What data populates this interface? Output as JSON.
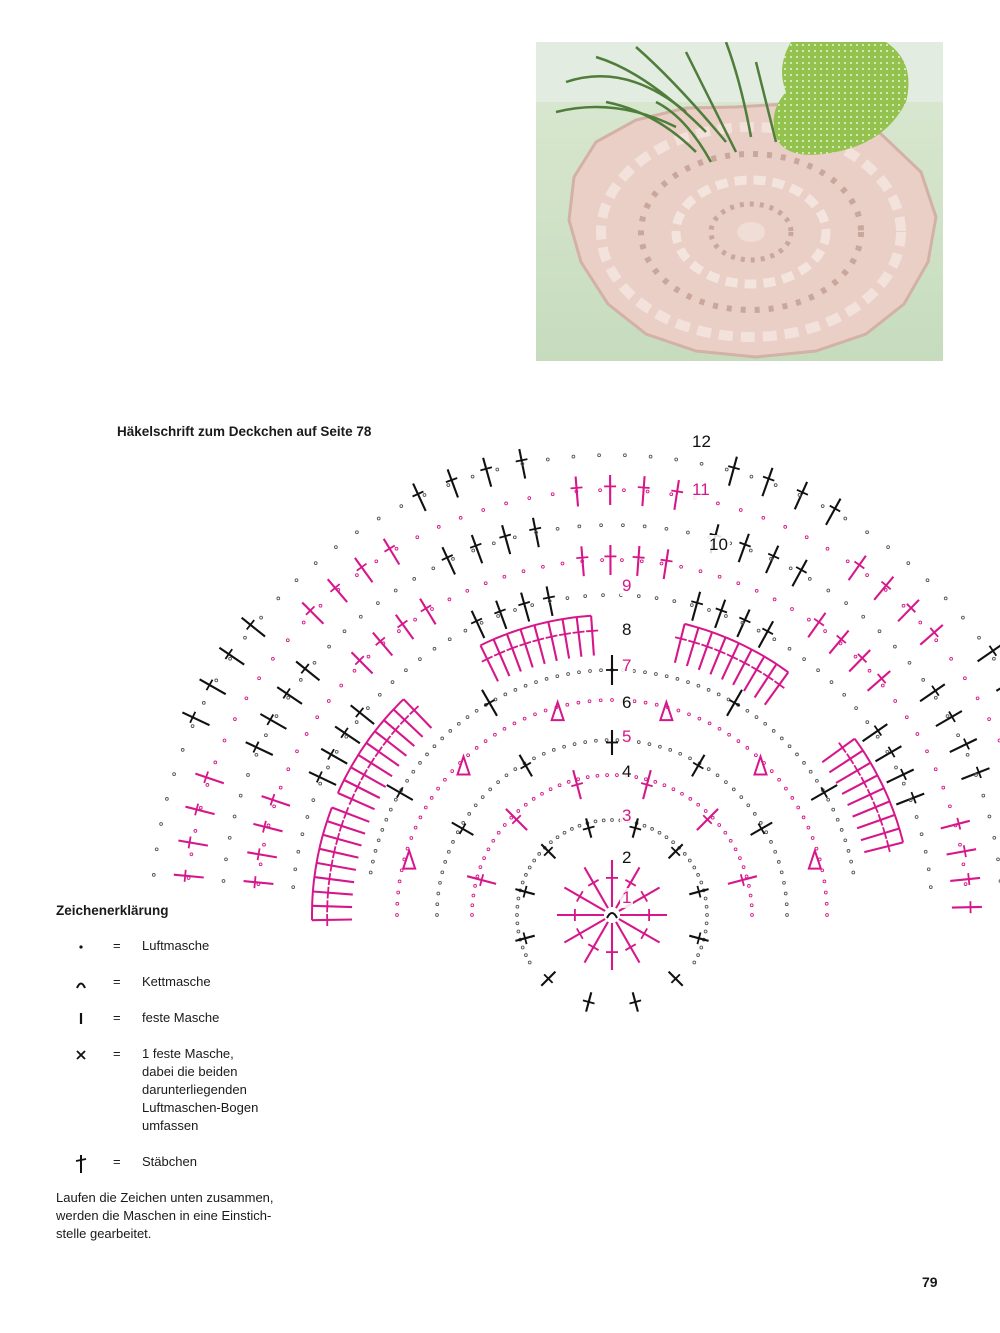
{
  "heading": "Häkelschrift zum Deckchen auf Seite 78",
  "photo": {
    "subject": "crochet-doily-photo"
  },
  "colors": {
    "pink": "#d6178a",
    "black": "#111111",
    "dot": "#555555",
    "photo_bg": "#cfe3c6",
    "doily": "#e6c8bf",
    "plant": "#4f7d3a",
    "heart": "#8fbf4a"
  },
  "round_numbers": [
    {
      "label": "1",
      "color": "pink"
    },
    {
      "label": "2",
      "color": "black"
    },
    {
      "label": "3",
      "color": "pink"
    },
    {
      "label": "4",
      "color": "black"
    },
    {
      "label": "5",
      "color": "pink"
    },
    {
      "label": "6",
      "color": "black"
    },
    {
      "label": "7",
      "color": "pink"
    },
    {
      "label": "8",
      "color": "black"
    },
    {
      "label": "9",
      "color": "pink"
    },
    {
      "label": "10",
      "color": "black"
    },
    {
      "label": "11",
      "color": "pink"
    },
    {
      "label": "12",
      "color": "black"
    }
  ],
  "legend": {
    "title": "Zeichenerklärung",
    "equals": "=",
    "items": [
      {
        "symbol": "dot-icon",
        "desc": "Luftmasche"
      },
      {
        "symbol": "arc-icon",
        "desc": "Kettmasche"
      },
      {
        "symbol": "bar-icon",
        "desc": "feste Masche"
      },
      {
        "symbol": "cross-icon",
        "desc": "1 feste Masche, dabei die beiden darunterliegenden Luftmaschen-Bogen umfassen",
        "lines": [
          "1 feste Masche,",
          "dabei die beiden",
          "darunterliegenden",
          "Luftmaschen-Bogen",
          "umfassen"
        ]
      },
      {
        "symbol": "dagger-icon",
        "desc": "Stäbchen"
      }
    ]
  },
  "note": [
    "Laufen die Zeichen unten zusammen,",
    "werden die Maschen in eine Einstich-",
    "stelle gearbeitet."
  ],
  "page_number": "79"
}
